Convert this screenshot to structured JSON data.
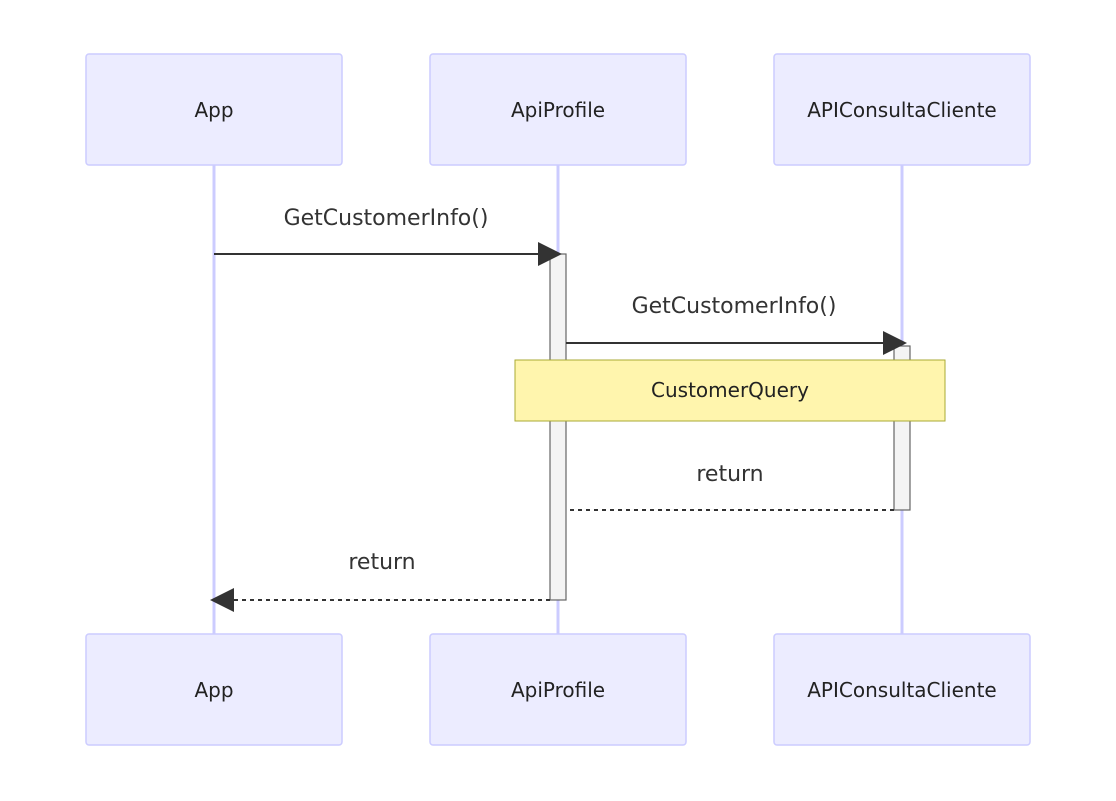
{
  "participants": [
    {
      "id": "app",
      "label": "App"
    },
    {
      "id": "apiprofile",
      "label": "ApiProfile"
    },
    {
      "id": "apiconsulta",
      "label": "APIConsultaCliente"
    }
  ],
  "messages": [
    {
      "from": "App",
      "to": "ApiProfile",
      "label": "GetCustomerInfo()",
      "style": "solid"
    },
    {
      "from": "ApiProfile",
      "to": "APIConsultaCliente",
      "label": "GetCustomerInfo()",
      "style": "solid"
    },
    {
      "from": "APIConsultaCliente",
      "to": "ApiProfile",
      "label": "return",
      "style": "dotted"
    },
    {
      "from": "ApiProfile",
      "to": "App",
      "label": "return",
      "style": "dotted"
    }
  ],
  "note": {
    "label": "CustomerQuery"
  },
  "colors": {
    "actor_fill": "#ECECFF",
    "actor_border": "#CCCCFF",
    "lifeline": "#CCCCFF",
    "note_fill": "#FFF5AD",
    "note_border": "#AAAA33",
    "activation_fill": "#F4F4F4",
    "activation_border": "#666666",
    "arrow": "#333333"
  }
}
